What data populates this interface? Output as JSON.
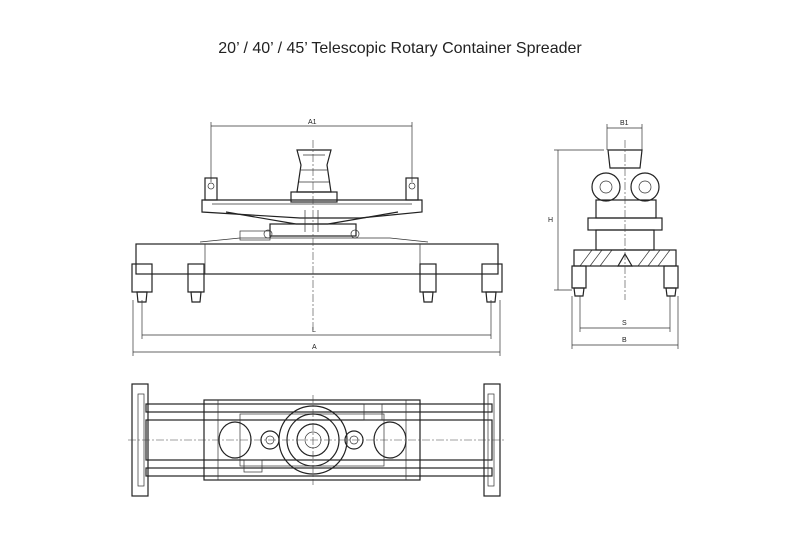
{
  "title": "20’ / 40’ / 45’ Telescopic Rotary Container Spreader",
  "dimensions": {
    "a1": "A1",
    "l": "L",
    "a": "A",
    "b1": "B1",
    "h": "H",
    "s": "S",
    "b": "B"
  },
  "colors": {
    "line": "#222222",
    "background": "#ffffff"
  }
}
